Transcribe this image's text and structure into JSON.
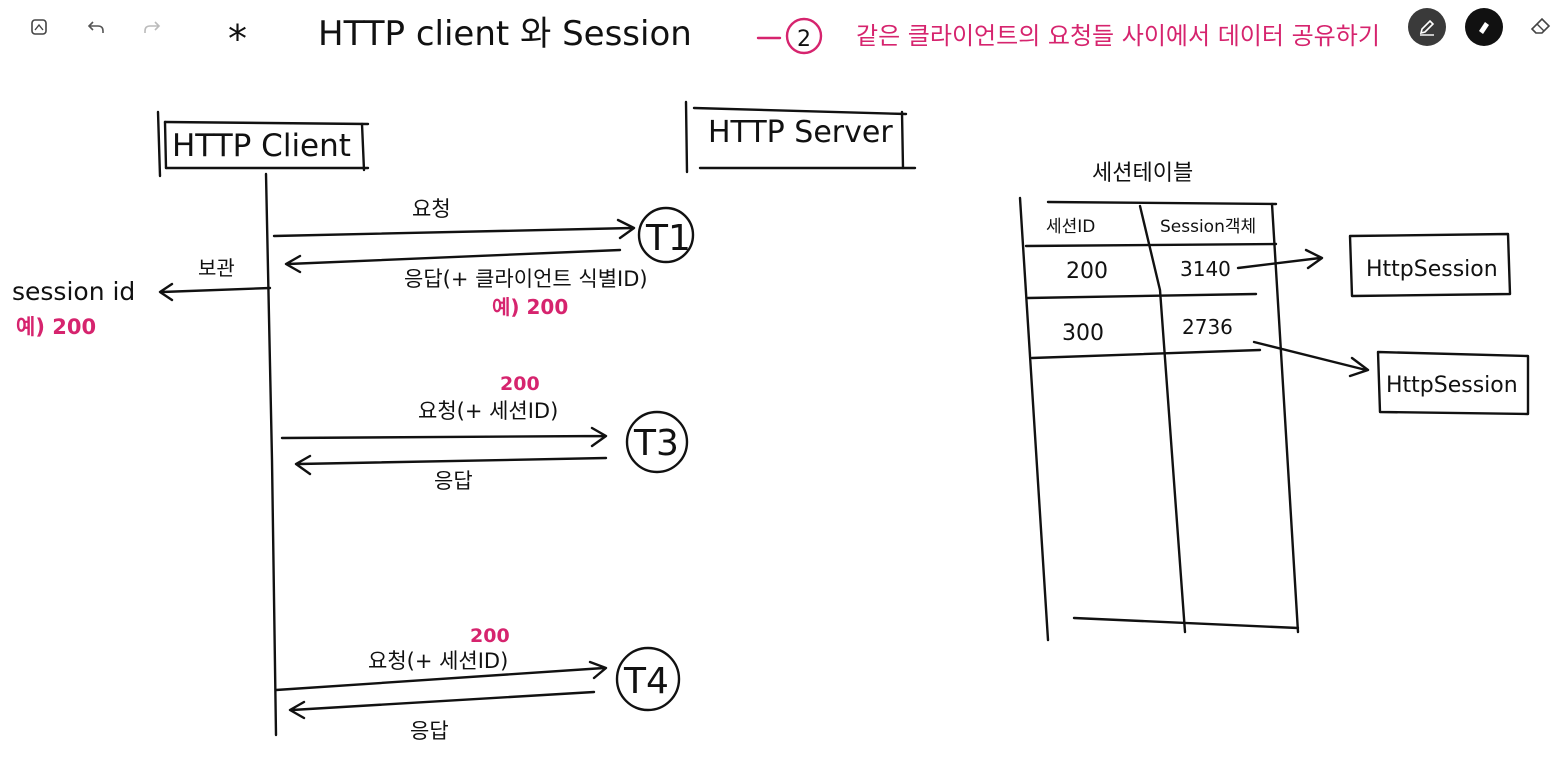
{
  "toolbar": {
    "icons": [
      "note-icon",
      "undo-icon",
      "redo-icon",
      "pen-icon",
      "highlighter-icon",
      "eraser-icon"
    ]
  },
  "header": {
    "star": "*",
    "title": "HTTP client 와 Session",
    "step": "-②",
    "subtitle": "같은 클라이언트의 요청들 사이에서 데이터 공유하기"
  },
  "diagram": {
    "client_box": "HTTP Client",
    "server_box": "HTTP Server",
    "left_note": {
      "label": "session id",
      "example": "예) 200",
      "store": "보관"
    },
    "exchanges": [
      {
        "thread": "T1",
        "request": "요청",
        "response": "응답(+ 클라이언트 식별ID)",
        "note": "예) 200"
      },
      {
        "thread": "T3",
        "request": "요청(+ 세션ID)",
        "response": "응답",
        "note": "200"
      },
      {
        "thread": "T4",
        "request": "요청(+ 세션ID)",
        "response": "응답",
        "note": "200"
      }
    ],
    "session_table": {
      "title": "세션테이블",
      "headers": [
        "세션ID",
        "Session객체"
      ],
      "rows": [
        {
          "id": "200",
          "obj": "3140",
          "target": "HttpSession"
        },
        {
          "id": "300",
          "obj": "2736",
          "target": "HttpSession"
        }
      ]
    }
  },
  "colors": {
    "ink": "#111111",
    "accent": "#d6246e",
    "tool_dark": "#3a3a3a"
  }
}
